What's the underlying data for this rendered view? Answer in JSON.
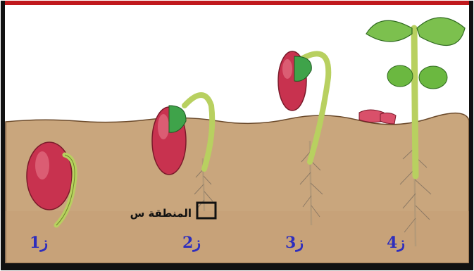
{
  "figure": {
    "stages": [
      {
        "id": "stage-1",
        "label": "ز1"
      },
      {
        "id": "stage-2",
        "label": "ز2"
      },
      {
        "id": "stage-3",
        "label": "ز3"
      },
      {
        "id": "stage-4",
        "label": "ز4"
      }
    ],
    "region_marker": {
      "label": "المنطقة س"
    }
  },
  "colors": {
    "frame_top": "#c0191d",
    "frame_side": "#222222",
    "soil": "#c9a67d",
    "sky": "#ffffff",
    "seed": "#c8324f",
    "stem": "#a8cc44",
    "leaf": "#4f9a36",
    "label": "#2e2ebd"
  }
}
